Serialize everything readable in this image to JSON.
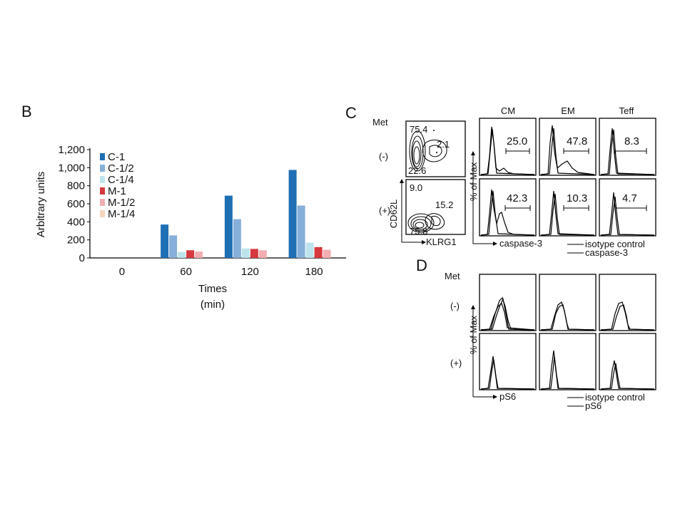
{
  "panel_b": {
    "letter": "B",
    "chart_data": {
      "type": "bar",
      "categories": [
        "0",
        "60",
        "120",
        "180"
      ],
      "series": [
        {
          "name": "C-1",
          "color": "#1f6fb5",
          "values": [
            0,
            370,
            690,
            975
          ]
        },
        {
          "name": "C-1/2",
          "color": "#86afd9",
          "values": [
            0,
            250,
            430,
            580
          ]
        },
        {
          "name": "C-1/4",
          "color": "#bde4ec",
          "values": [
            0,
            65,
            105,
            170
          ]
        },
        {
          "name": "M-1",
          "color": "#d6393f",
          "values": [
            0,
            85,
            100,
            120
          ]
        },
        {
          "name": "M-1/2",
          "color": "#f2aeb2",
          "values": [
            0,
            70,
            85,
            90
          ]
        },
        {
          "name": "M-1/4",
          "color": "#f7d6bf",
          "values": [
            0,
            0,
            0,
            0
          ]
        }
      ],
      "yticks": [
        "0",
        "200",
        "400",
        "600",
        "800",
        "1,000",
        "1,200"
      ],
      "ylim": [
        0,
        1200
      ],
      "ylabel": "Arbitrary units",
      "xlabel": "Times",
      "xlabel_unit": "(min)",
      "legend_position": "top-left",
      "grid": false
    }
  },
  "panel_c": {
    "letter": "C",
    "met_label": "Met",
    "rows": [
      "(-)",
      "(+)"
    ],
    "columns": [
      "CM",
      "EM",
      "Teff"
    ],
    "scatter_xlabel": "KLRG1",
    "scatter_ylabel": "CD62L",
    "scatter_values": {
      "minus": {
        "top_left": "75.4",
        "right": "2.1",
        "bottom_left": "22.6"
      },
      "plus": {
        "top_left": "9.0",
        "right": "15.2",
        "bottom_left": "75.8"
      }
    },
    "histogram_values": {
      "minus": [
        "25.0",
        "47.8",
        "8.3"
      ],
      "plus": [
        "42.3",
        "10.3",
        "4.7"
      ]
    },
    "hist_ylabel": "% of Max",
    "hist_xlabel": "caspase-3",
    "legend": [
      "isotype control",
      "caspase-3"
    ]
  },
  "panel_d": {
    "letter": "D",
    "met_label": "Met",
    "rows": [
      "(-)",
      "(+)"
    ],
    "hist_ylabel": "% of Max",
    "hist_xlabel": "pS6",
    "legend": [
      "isotype control",
      "pS6"
    ]
  }
}
